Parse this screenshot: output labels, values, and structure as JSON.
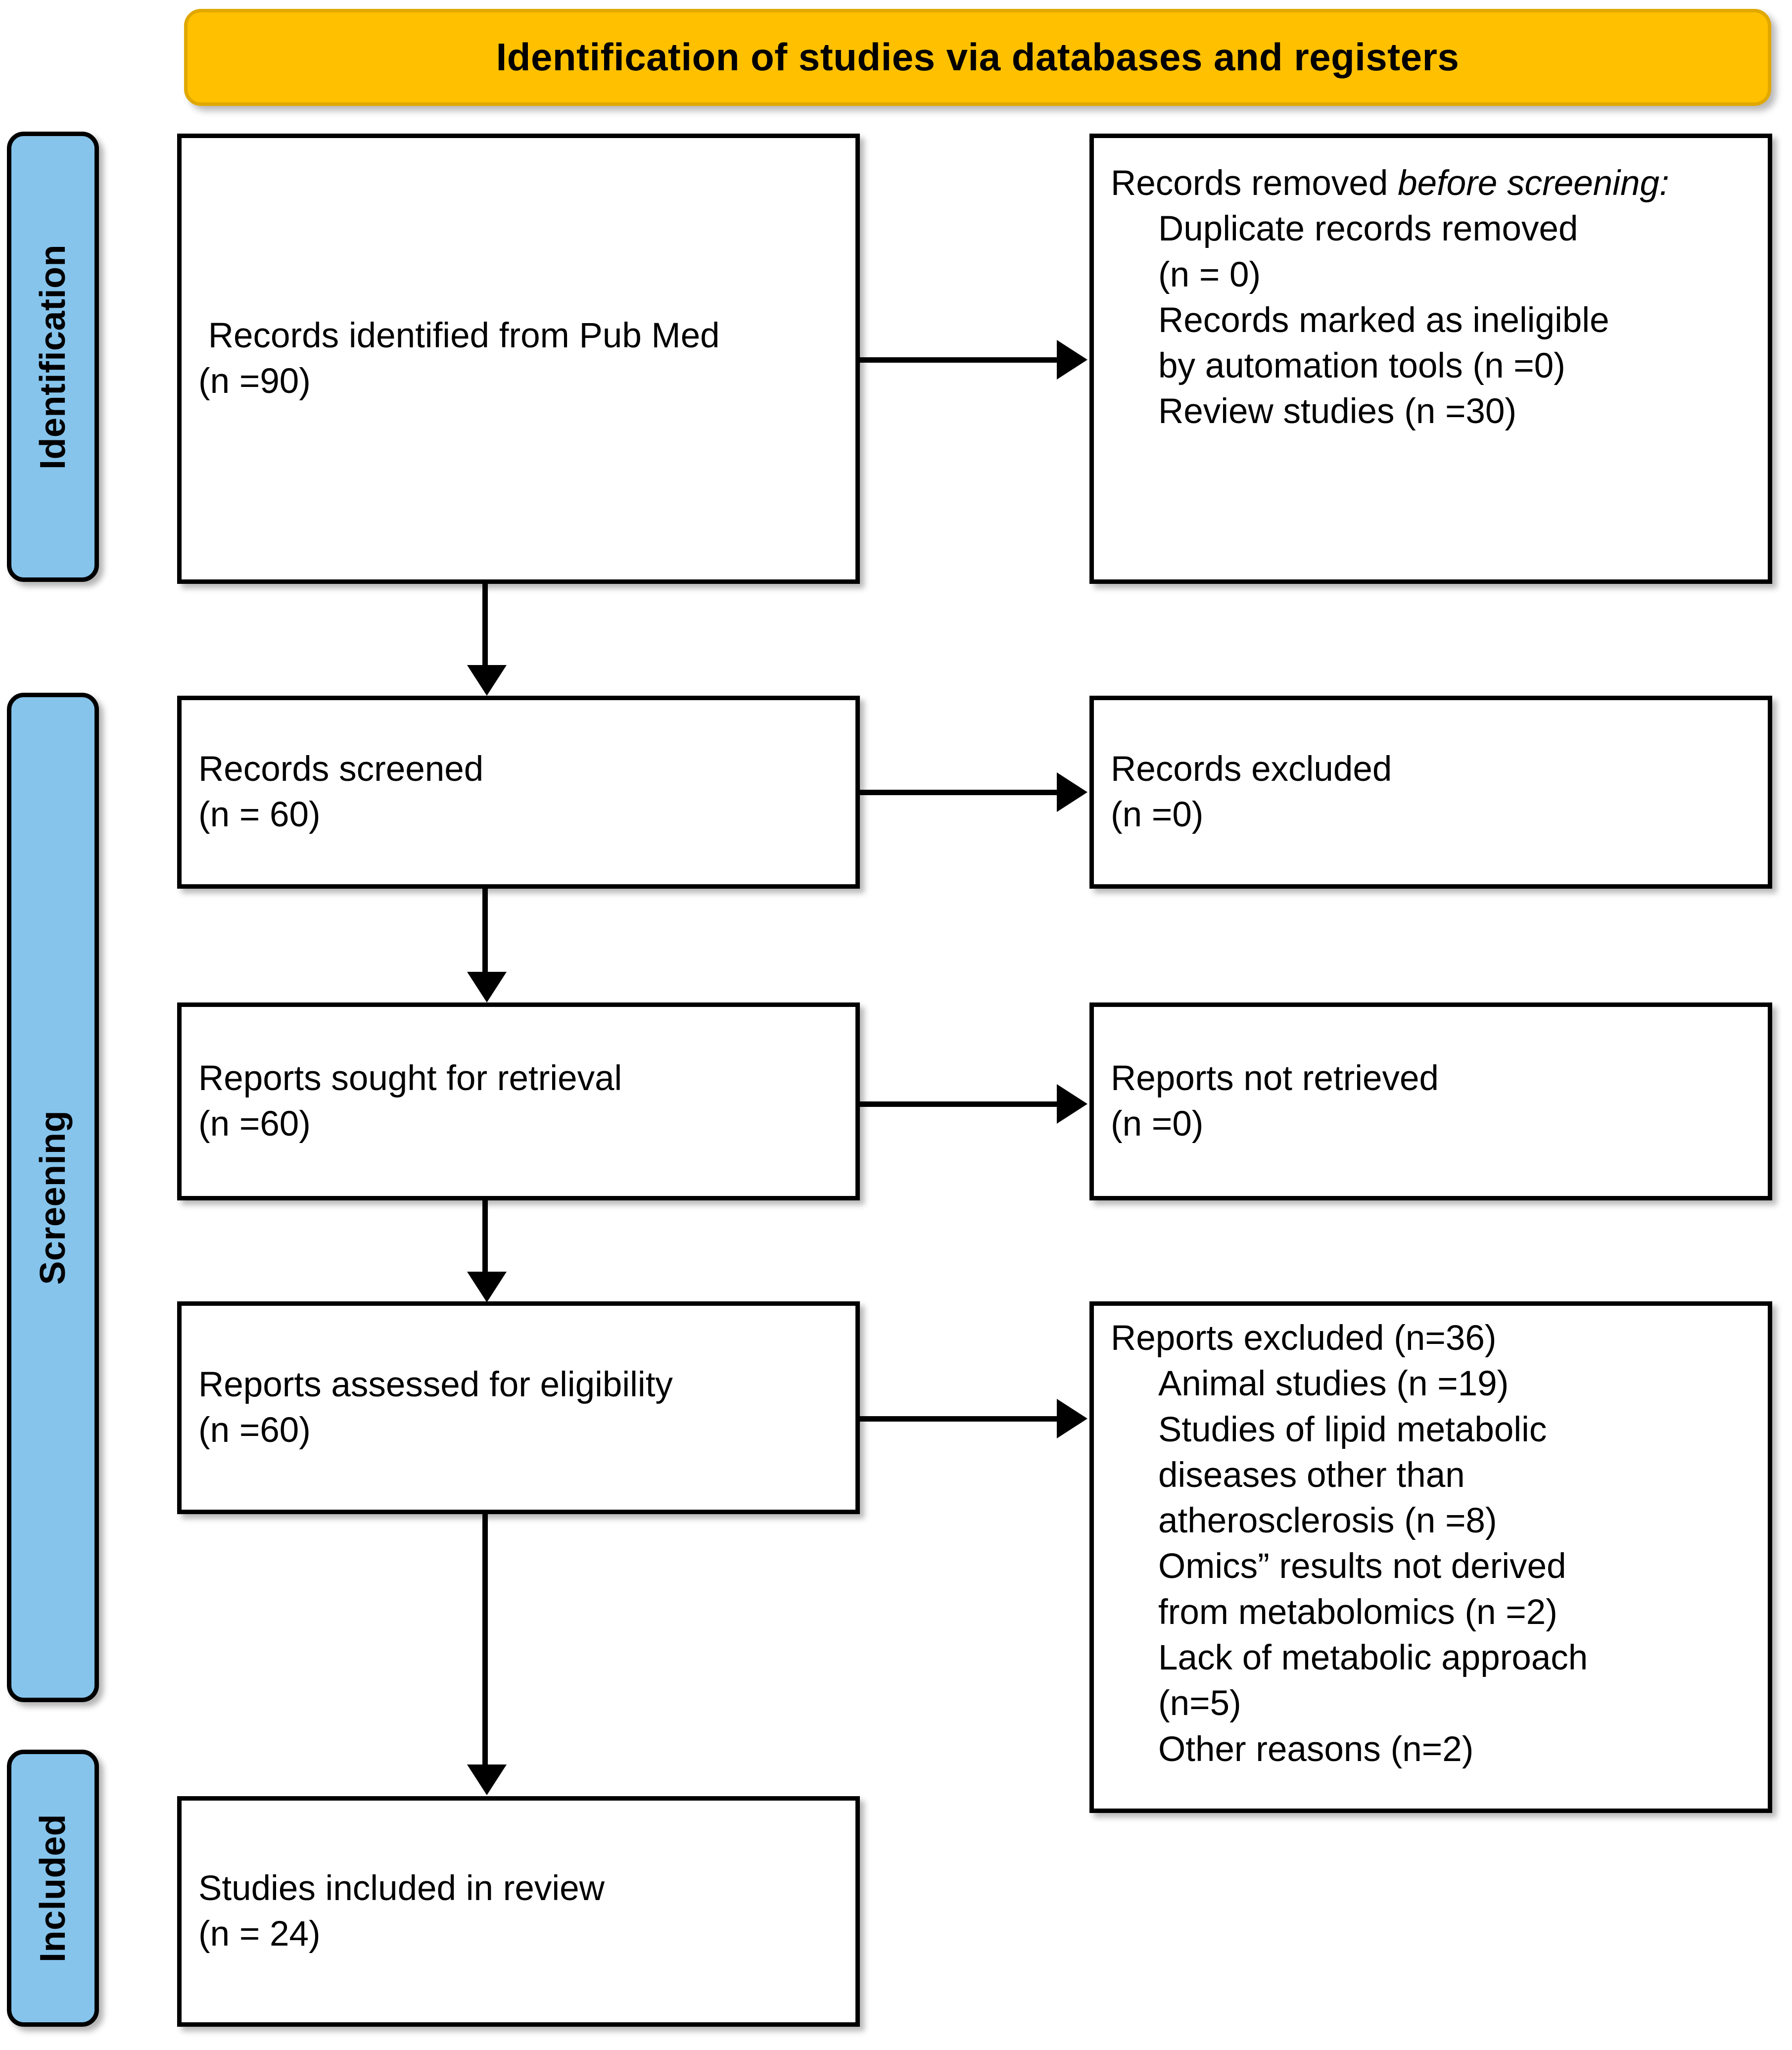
{
  "banner": {
    "title": "Identification of studies via databases and registers"
  },
  "stages": [
    {
      "id": "identification",
      "label": "Identification"
    },
    {
      "id": "screening",
      "label": "Screening"
    },
    {
      "id": "included",
      "label": "Included"
    }
  ],
  "boxes": {
    "identified": {
      "line1": " Records identified from Pub Med",
      "line2": "(n =90)"
    },
    "removed": {
      "heading_plain": "Records removed ",
      "heading_italic": "before screening",
      "heading_colon": ":",
      "items": [
        "Duplicate records removed",
        "(n = 0)",
        "Records marked as ineligible",
        "by automation tools (n =0)",
        "Review studies (n =30)"
      ]
    },
    "screened": {
      "line1": "Records screened",
      "line2": "(n = 60)"
    },
    "records_excluded": {
      "line1": "Records excluded",
      "line2": "(n =0)"
    },
    "sought": {
      "line1": "Reports sought for retrieval",
      "line2": "(n =60)"
    },
    "not_retrieved": {
      "line1": "Reports not retrieved",
      "line2": "(n =0)"
    },
    "assessed": {
      "line1": "Reports assessed for eligibility",
      "line2": "(n =60)"
    },
    "reports_excluded": {
      "heading": "Reports excluded (n=36)",
      "items": [
        "Animal studies (n =19)",
        "Studies of lipid metabolic",
        "diseases other than",
        "atherosclerosis (n =8)",
        "Omics” results not derived",
        "from metabolomics (n =2)",
        "Lack of metabolic approach",
        "(n=5)",
        "Other reasons (n=2)"
      ]
    },
    "included": {
      "line1": "Studies included in review",
      "line2": "(n = 24)"
    }
  },
  "colors": {
    "banner_fill": "#ffc000",
    "banner_border": "#e0a800",
    "stage_fill": "#86c4ec",
    "box_border": "#000000",
    "box_fill": "#ffffff",
    "connector": "#000000"
  }
}
